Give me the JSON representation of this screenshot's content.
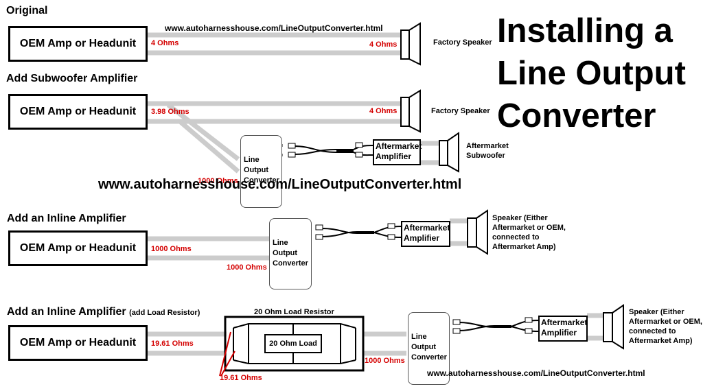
{
  "title": {
    "line1": "Installing a",
    "line2": "Line Output",
    "line3": "Converter"
  },
  "colors": {
    "wire": "#cccccc",
    "ohms": "#d40000"
  },
  "sections": {
    "original": {
      "heading": "Original",
      "headunit": "OEM Amp or Headunit",
      "url": "www.autoharnesshouse.com/LineOutputConverter.html",
      "ohm_left": "4 Ohms",
      "ohm_right": "4 Ohms",
      "speaker": "Factory Speaker"
    },
    "sub": {
      "heading": "Add Subwoofer Amplifier",
      "headunit": "OEM Amp or Headunit",
      "ohm_left": "3.98 Ohms",
      "ohm_right": "4 Ohms",
      "ohm_loc": "1000 Ohms",
      "speaker": "Factory Speaker",
      "loc": [
        "Line",
        "Output",
        "Converter"
      ],
      "amp": [
        "Aftermarket",
        "Amplifier"
      ],
      "speaker2": [
        "Aftermarket",
        "Subwoofer"
      ]
    },
    "url_big": "www.autoharnesshouse.com/LineOutputConverter.html",
    "inline": {
      "heading": "Add an Inline Amplifier",
      "headunit": "OEM Amp or Headunit",
      "ohm_a": "1000 Ohms",
      "ohm_b": "1000 Ohms",
      "loc": [
        "Line",
        "Output",
        "Converter"
      ],
      "amp": [
        "Aftermarket",
        "Amplifier"
      ],
      "speaker": [
        "Speaker (Either",
        "Aftermarket or OEM,",
        "connected to",
        "Aftermarket Amp)"
      ]
    },
    "inline_res": {
      "heading": "Add an Inline Amplifier",
      "heading_note": "(add Load Resistor)",
      "headunit": "OEM Amp or Headunit",
      "resistor_title": "20 Ohm Load Resistor",
      "load": "20 Ohm Load",
      "ohm_a": "19.61 Ohms",
      "ohm_b": "19.61 Ohms",
      "ohm_c": "1000 Ohms",
      "loc": [
        "Line",
        "Output",
        "Converter"
      ],
      "amp": [
        "Aftermarket",
        "Amplifier"
      ],
      "speaker": [
        "Speaker (Either",
        "Aftermarket or OEM,",
        "connected to",
        "Aftermarket Amp)"
      ],
      "url": "www.autoharnesshouse.com/LineOutputConverter.html"
    }
  }
}
